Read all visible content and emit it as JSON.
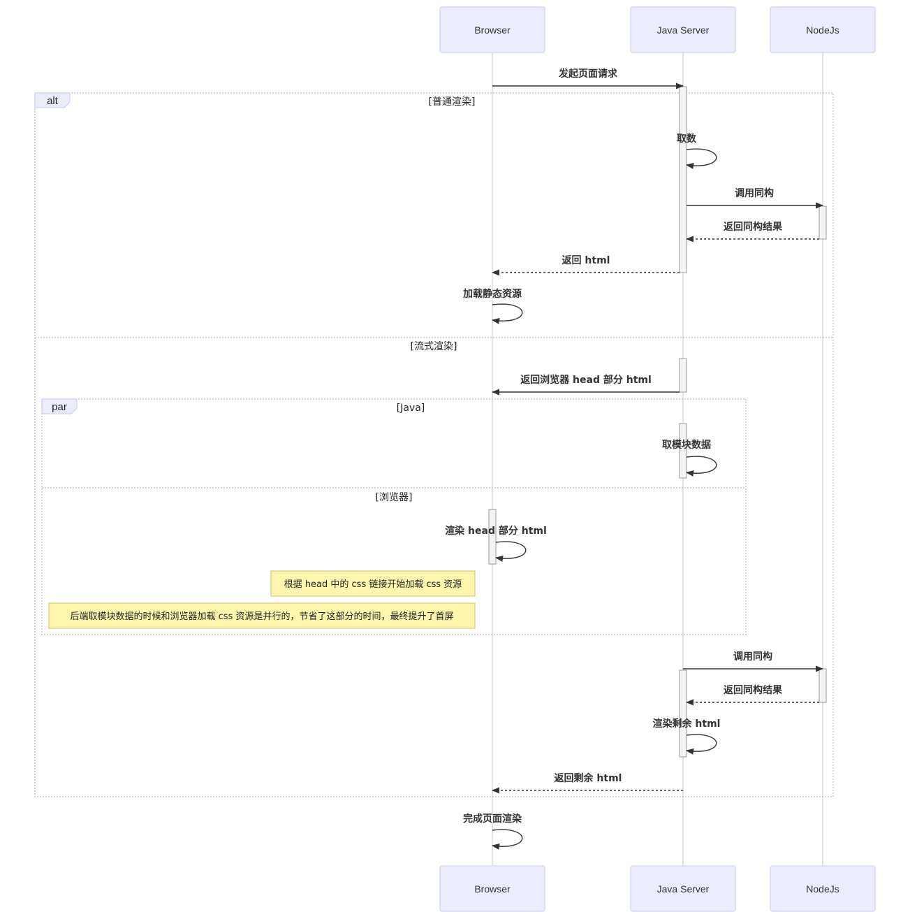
{
  "actors": {
    "browser": "Browser",
    "java_server": "Java Server",
    "nodejs": "NodeJs"
  },
  "frames": {
    "alt": {
      "tag": "alt",
      "condition_1": "[普通渲染]",
      "condition_2": "[流式渲染]"
    },
    "par": {
      "tag": "par",
      "condition_1": "[Java]",
      "condition_2": "[浏览器]"
    }
  },
  "messages": [
    "发起页面请求",
    "取数",
    "调用同构",
    "返回同构结果",
    "返回 html",
    "加载静态资源",
    "返回浏览器 head 部分 html",
    "取模块数据",
    "渲染 head 部分 html",
    "调用同构",
    "返回同构结果",
    "渲染剩余 html",
    "返回剩余 html",
    "完成页面渲染"
  ],
  "notes": [
    "根据 head 中的 css 链接开始加载 css 资源",
    "后端取模块数据的时候和浏览器加载 css 资源是并行的，节省了这部分的时间，最终提升了首屏"
  ]
}
